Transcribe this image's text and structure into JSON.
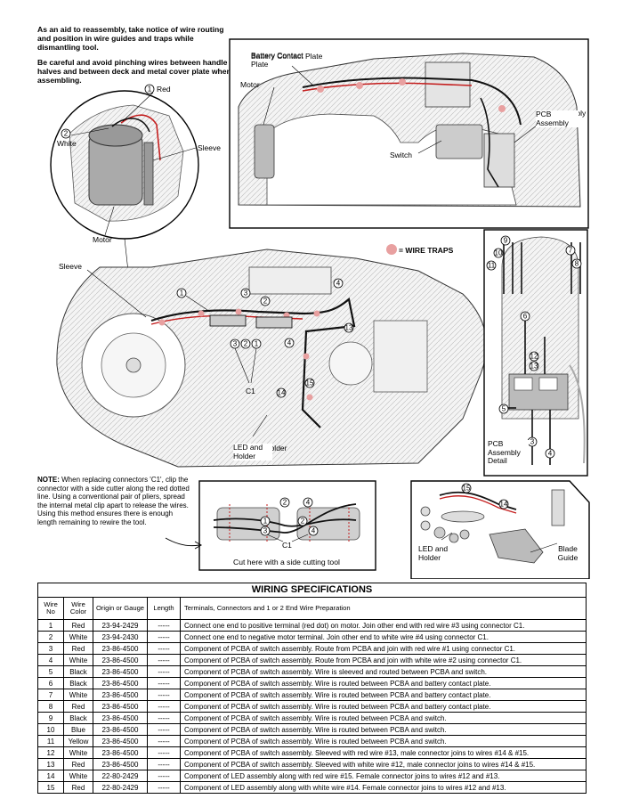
{
  "notes": {
    "para1": "As an aid to reassembly, take notice of wire routing and position in wire guides and traps while dismantling tool.",
    "para2": "Be careful and avoid pinching wires between handle halves and between deck and metal cover plate when assembling.",
    "bottom_note_label": "NOTE:",
    "bottom_note_text": "When replacing connectors 'C1', clip the connector with a side cutter along the red dotted line. Using a conventional pair of pliers, spread the internal metal clip apart to release the wires. Using this method ensures there is enough length remaining to rewire the tool."
  },
  "labels": {
    "battery_contact_plate": "Battery Contact Plate",
    "motor_top": "Motor",
    "switch": "Switch",
    "pcb_assembly": "PCB Assembly",
    "red": "Red",
    "white": "White",
    "sleeve_inset": "Sleeve",
    "motor_inset": "Motor",
    "sleeve_main": "Sleeve",
    "wire_traps": "= WIRE TRAPS",
    "c1_main": "C1",
    "led_holder_main": "LED and Holder",
    "pcb_assembly_detail": "PCB Assembly Detail",
    "c1_detail": "C1",
    "cut_here": "Cut here with a side cutting tool",
    "led_holder_detail": "LED and Holder",
    "blade_guide": "Blade Guide"
  },
  "colors": {
    "wire_trap": "#e8a0a0",
    "red_wire": "#c41e1e",
    "line": "#000000",
    "housing_fill": "#f2f2f2"
  },
  "table": {
    "title": "WIRING SPECIFICATIONS",
    "headers": [
      "Wire No",
      "Wire Color",
      "Origin or Gauge",
      "Length",
      "Terminals, Connectors and 1 or 2 End Wire Preparation"
    ],
    "rows": [
      [
        "1",
        "Red",
        "23-94-2429",
        "-----",
        "Connect one end to positive terminal (red dot) on motor. Join other end with red wire #3 using connector C1."
      ],
      [
        "2",
        "White",
        "23-94-2430",
        "-----",
        "Connect one end to negative motor terminal. Join other end to white wire #4 using connector C1."
      ],
      [
        "3",
        "Red",
        "23-86-4500",
        "-----",
        "Component of PCBA of switch assembly. Route from PCBA and join with red wire #1 using connector C1."
      ],
      [
        "4",
        "White",
        "23-86-4500",
        "-----",
        "Component of PCBA of switch assembly. Route from PCBA and join with white wire #2 using connector C1."
      ],
      [
        "5",
        "Black",
        "23-86-4500",
        "-----",
        "Component of PCBA of switch assembly. Wire is sleeved and routed between PCBA and switch."
      ],
      [
        "6",
        "Black",
        "23-86-4500",
        "-----",
        "Component of PCBA of switch assembly. Wire is routed between PCBA and battery contact plate."
      ],
      [
        "7",
        "White",
        "23-86-4500",
        "-----",
        "Component of PCBA of switch assembly. Wire is routed between PCBA and battery contact plate."
      ],
      [
        "8",
        "Red",
        "23-86-4500",
        "-----",
        "Component of PCBA of switch assembly. Wire is routed between PCBA and battery contact plate."
      ],
      [
        "9",
        "Black",
        "23-86-4500",
        "-----",
        "Component of PCBA of switch assembly. Wire is routed between PCBA and switch."
      ],
      [
        "10",
        "Blue",
        "23-86-4500",
        "-----",
        "Component of PCBA of switch assembly. Wire is routed between PCBA and switch."
      ],
      [
        "11",
        "Yellow",
        "23-86-4500",
        "-----",
        "Component of PCBA of switch assembly. Wire is routed between PCBA and switch."
      ],
      [
        "12",
        "White",
        "23-86-4500",
        "-----",
        "Component of PCBA of switch assembly. Sleeved with red wire #13, male connector joins to wires #14 & #15."
      ],
      [
        "13",
        "Red",
        "23-86-4500",
        "-----",
        "Component of PCBA of switch assembly. Sleeved with white wire #12, male connector joins to wires #14 & #15."
      ],
      [
        "14",
        "White",
        "22-80-2429",
        "-----",
        "Component of LED assembly along with red wire #15. Female connector joins to wires #12 and #13."
      ],
      [
        "15",
        "Red",
        "22-80-2429",
        "-----",
        "Component of LED assembly along with white wire #14. Female connector joins to wires #12 and #13."
      ]
    ]
  }
}
